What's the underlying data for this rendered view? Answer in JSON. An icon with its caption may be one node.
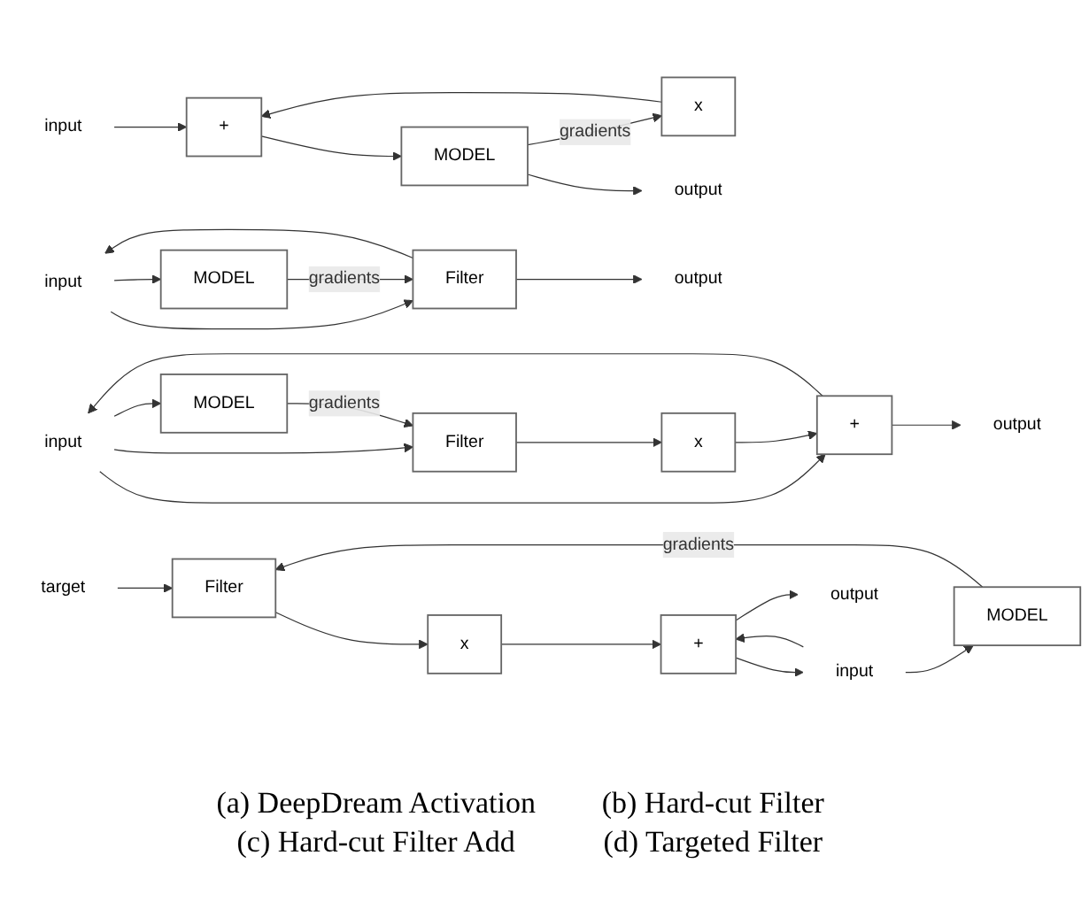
{
  "diagram": {
    "nodes": [
      {
        "text": [
          "input"
        ]
      },
      {
        "text": [
          "+"
        ]
      },
      {
        "text": [
          "x"
        ]
      },
      {
        "text": [
          "MODEL"
        ]
      },
      {
        "text": [
          "output"
        ]
      },
      {
        "text": [
          "input"
        ]
      },
      {
        "text": [
          "Filter"
        ]
      },
      {
        "text": [
          "MODEL"
        ]
      },
      {
        "text": [
          "output"
        ]
      },
      {
        "text": [
          "input"
        ]
      },
      {
        "text": [
          "Filter"
        ]
      },
      {
        "text": [
          "MODEL"
        ]
      },
      {
        "text": [
          "x"
        ]
      },
      {
        "text": [
          "+"
        ]
      },
      {
        "text": [
          "output"
        ]
      },
      {
        "text": [
          "target"
        ]
      },
      {
        "text": [
          "input"
        ]
      },
      {
        "text": [
          "Filter"
        ]
      },
      {
        "text": [
          "MODEL"
        ]
      },
      {
        "text": [
          "x"
        ]
      },
      {
        "text": [
          "+"
        ]
      },
      {
        "text": [
          "output"
        ]
      }
    ],
    "edges": [
      {
        "from": 0,
        "to": 1,
        "arrow": "to"
      },
      {
        "from": 1,
        "to": 3,
        "arrow": "to"
      },
      {
        "from": 3,
        "to": 2,
        "arrow": "to",
        "label": "gradients"
      },
      {
        "from": 2,
        "to": 1,
        "arrow": "to"
      },
      {
        "from": 3,
        "to": 4,
        "arrow": "to"
      },
      {
        "from": 5,
        "to": 6,
        "arrow": "to"
      },
      {
        "from": 5,
        "to": 7,
        "arrow": "to"
      },
      {
        "from": 7,
        "to": 6,
        "arrow": "to",
        "label": "gradients"
      },
      {
        "from": 6,
        "to": 8,
        "arrow": "to"
      },
      {
        "from": 6,
        "to": 5,
        "arrow": "to"
      },
      {
        "from": 9,
        "to": 11,
        "arrow": "to"
      },
      {
        "from": 9,
        "to": 10,
        "arrow": "to"
      },
      {
        "from": 9,
        "to": 13,
        "arrow": "to"
      },
      {
        "from": 11,
        "to": 10,
        "arrow": "to",
        "label": "gradients"
      },
      {
        "from": 10,
        "to": 12,
        "arrow": "to"
      },
      {
        "from": 12,
        "to": 13,
        "arrow": "to"
      },
      {
        "from": 13,
        "to": 14,
        "arrow": "to"
      },
      {
        "from": 13,
        "to": 9,
        "arrow": "to"
      },
      {
        "from": 15,
        "to": 17,
        "arrow": "to"
      },
      {
        "from": 16,
        "to": 18,
        "arrow": "to"
      },
      {
        "from": 16,
        "to": 20,
        "arrow": "to"
      },
      {
        "from": 18,
        "to": 17,
        "arrow": "to",
        "label": "gradients"
      },
      {
        "from": 17,
        "to": 19,
        "arrow": "to"
      },
      {
        "from": 19,
        "to": 20,
        "arrow": "to"
      },
      {
        "from": 20,
        "to": 21,
        "arrow": "to"
      },
      {
        "from": 20,
        "to": 16,
        "arrow": "to"
      }
    ],
    "labels": [
      "(a) DeepDream Activation",
      "(b) Hard-cut Filter",
      "(c) Hard-cut Filter Add",
      "(d) Targeted Filter"
    ]
  }
}
